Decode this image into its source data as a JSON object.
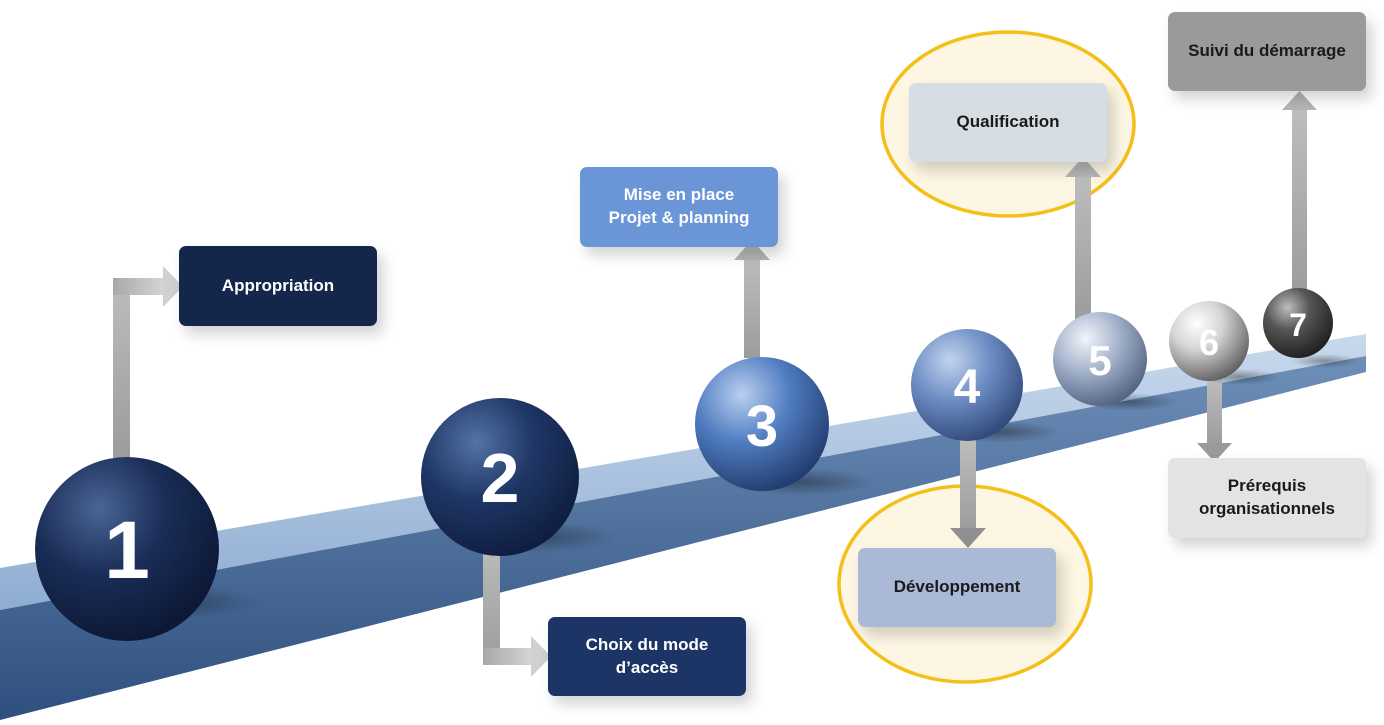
{
  "steps": [
    {
      "number": "1",
      "label": "Appropriation"
    },
    {
      "number": "2",
      "label": "Choix du mode\nd’accès"
    },
    {
      "number": "3",
      "label": "Mise en place\nProjet & planning"
    },
    {
      "number": "4",
      "label": "Développement"
    },
    {
      "number": "5",
      "label": "Qualification"
    },
    {
      "number": "6",
      "label": "Prérequis\norganisationnels"
    },
    {
      "number": "7",
      "label": "Suivi du démarrage"
    }
  ],
  "colors": {
    "navy": "#14264a",
    "blue_light": "#6a96d8",
    "blue_grey": "#a9b9d6",
    "pale_grey": "#d6dde3",
    "light_grey": "#e3e3e3",
    "mid_grey": "#9a9a9a",
    "highlight": "#f5bf1a",
    "ramp": "#a9c2de"
  }
}
